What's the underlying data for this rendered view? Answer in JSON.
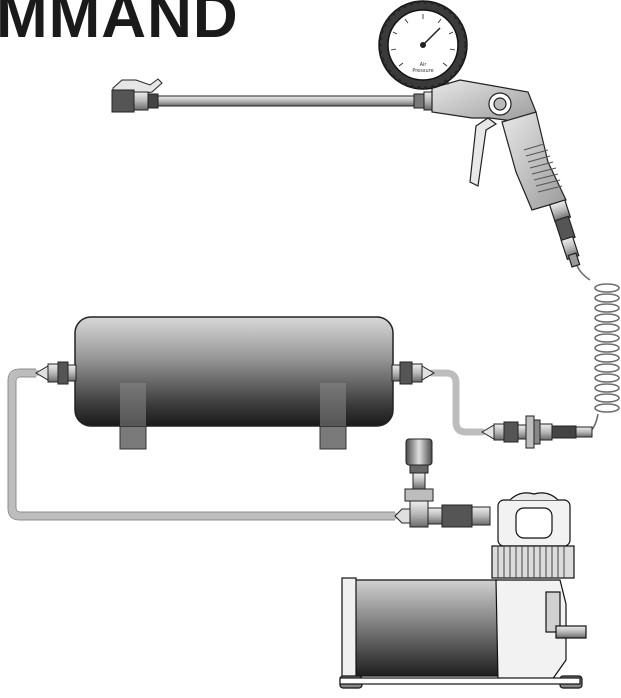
{
  "title": "MMAND",
  "gauge_label_line1": "Air",
  "gauge_label_line2": "Pressure"
}
